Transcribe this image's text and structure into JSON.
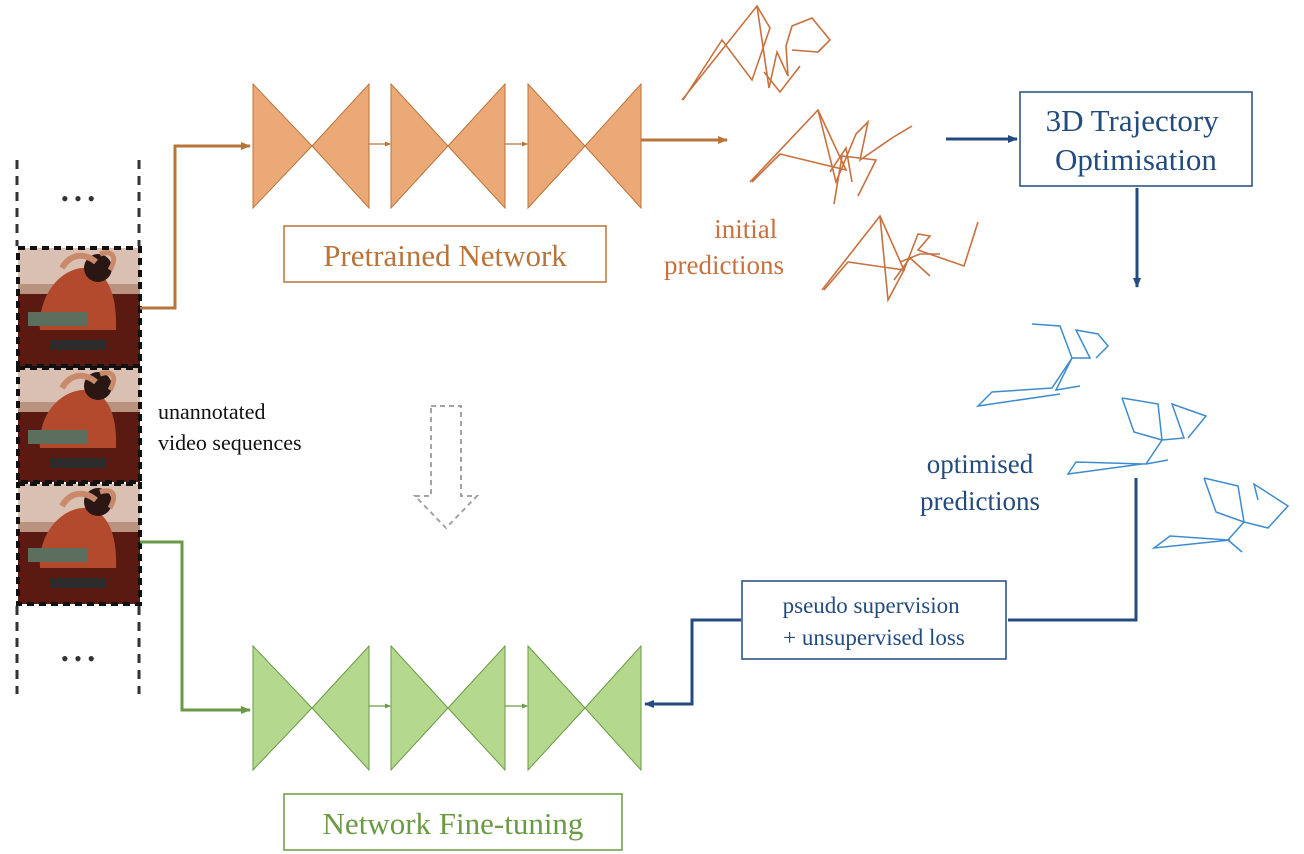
{
  "labels": {
    "pretrained_network": "Pretrained Network",
    "network_finetuning": "Network Fine-tuning",
    "initial_predictions": [
      "initial",
      "predictions"
    ],
    "trajectory_optimisation": [
      "3D Trajectory",
      "Optimisation"
    ],
    "optimised_predictions": [
      "optimised",
      "predictions"
    ],
    "pseudo_supervision": [
      "pseudo supervision",
      "+ unsupervised loss"
    ],
    "unannotated_video": [
      "unannotated",
      "video sequences"
    ],
    "ellipsis_top": "• • •",
    "ellipsis_bottom": "• • •"
  },
  "colors": {
    "orange": "#b8743a",
    "orange_fill": "#eca978",
    "green": "#6a9a44",
    "green_fill": "#b5d88f",
    "blue": "#234b7e",
    "blue_skeleton": "#3e8ccd",
    "gray_dashed": "#a3a3a3",
    "film_border": "#111111"
  },
  "icons": {
    "video_frame": "person-exercise-frame-icon",
    "initial_pose": "orange-skeleton-icon",
    "optimised_pose": "blue-skeleton-icon"
  }
}
